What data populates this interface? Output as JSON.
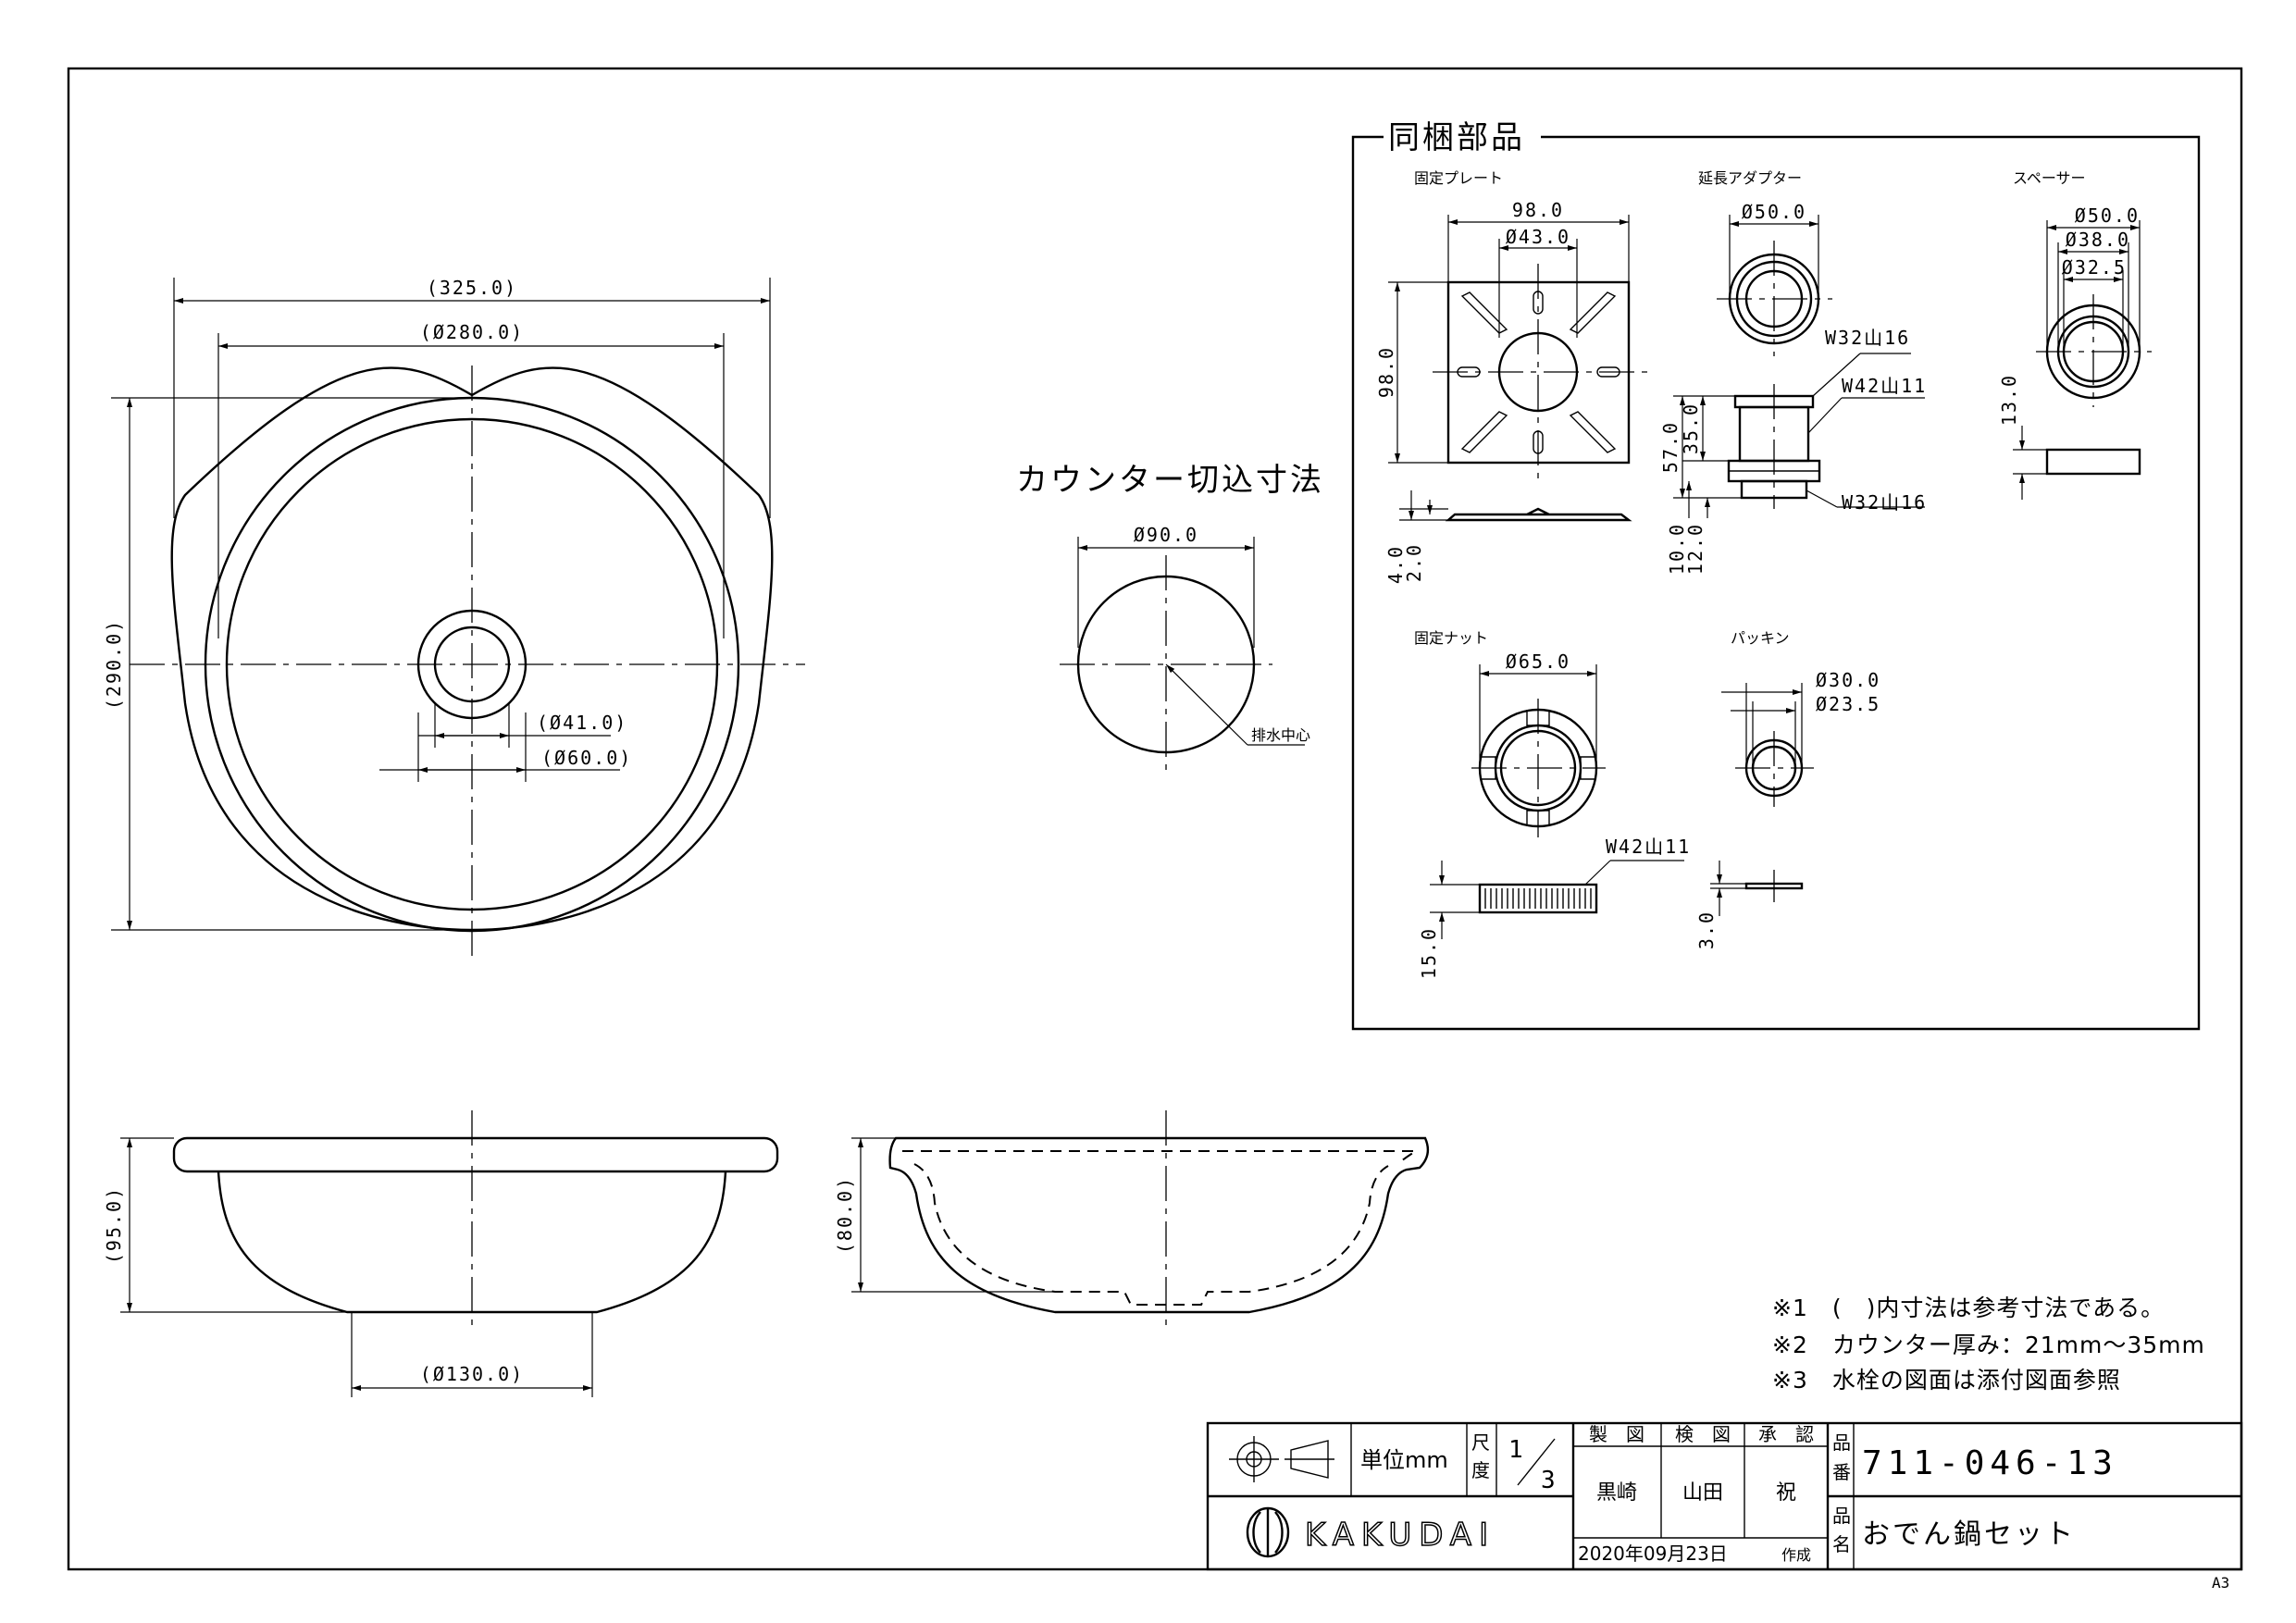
{
  "drawing": {
    "dims_top": {
      "width_325": "(325.0)",
      "dia_280": "(Ø280.0)",
      "height_290": "(290.0)",
      "dia_41": "(Ø41.0)",
      "dia_60": "(Ø60.0)"
    },
    "dims_side": {
      "height_95": "(95.0)",
      "dia_130": "(Ø130.0)",
      "height_80": "(80.0)"
    },
    "counter_cut": {
      "title": "カウンター切込寸法",
      "dia_90": "Ø90.0",
      "drain_center": "排水中心"
    }
  },
  "parts": {
    "title": "同梱部品",
    "plate": {
      "label": "固定プレート",
      "w98": "98.0",
      "d43": "Ø43.0",
      "h98": "98.0",
      "t40": "4.0",
      "t20": "2.0"
    },
    "adapter": {
      "label": "延長アダプター",
      "d50": "Ø50.0",
      "w32a": "W32山16",
      "w42": "W42山11",
      "w32b": "W32山16",
      "h57": "57.0",
      "h35": "35.0",
      "h10": "10.0",
      "h12": "12.0"
    },
    "spacer": {
      "label": "スペーサー",
      "d50": "Ø50.0",
      "d38": "Ø38.0",
      "d325": "Ø32.5",
      "h13": "13.0"
    },
    "nut": {
      "label": "固定ナット",
      "d65": "Ø65.0",
      "w42": "W42山11",
      "h15": "15.0"
    },
    "packing": {
      "label": "パッキン",
      "d30": "Ø30.0",
      "d235": "Ø23.5",
      "h3": "3.0"
    }
  },
  "notes": [
    "※1　(　)内寸法は参考寸法である。",
    "※2　カウンター厚み：21mm～35mm",
    "※3　水栓の図面は添付図面参照"
  ],
  "title_block": {
    "unit": "単位mm",
    "scale_label_top": "尺",
    "scale_label_bottom": "度",
    "scale_num": "1",
    "scale_den": "3",
    "drawn_header": "製　図",
    "checked_header": "検　図",
    "approved_header": "承　認",
    "drawn_by": "黒崎",
    "checked_by": "山田",
    "approved_by": "祝",
    "part_no_label_a": "品",
    "part_no_label_b": "番",
    "part_no": "711-046-13",
    "name_label_a": "品",
    "name_label_b": "名",
    "name": "おでん鍋セット",
    "date": "2020年09月23日",
    "date_suffix": "作成",
    "company": "KAKUDAI"
  },
  "sheet_size": "A3"
}
